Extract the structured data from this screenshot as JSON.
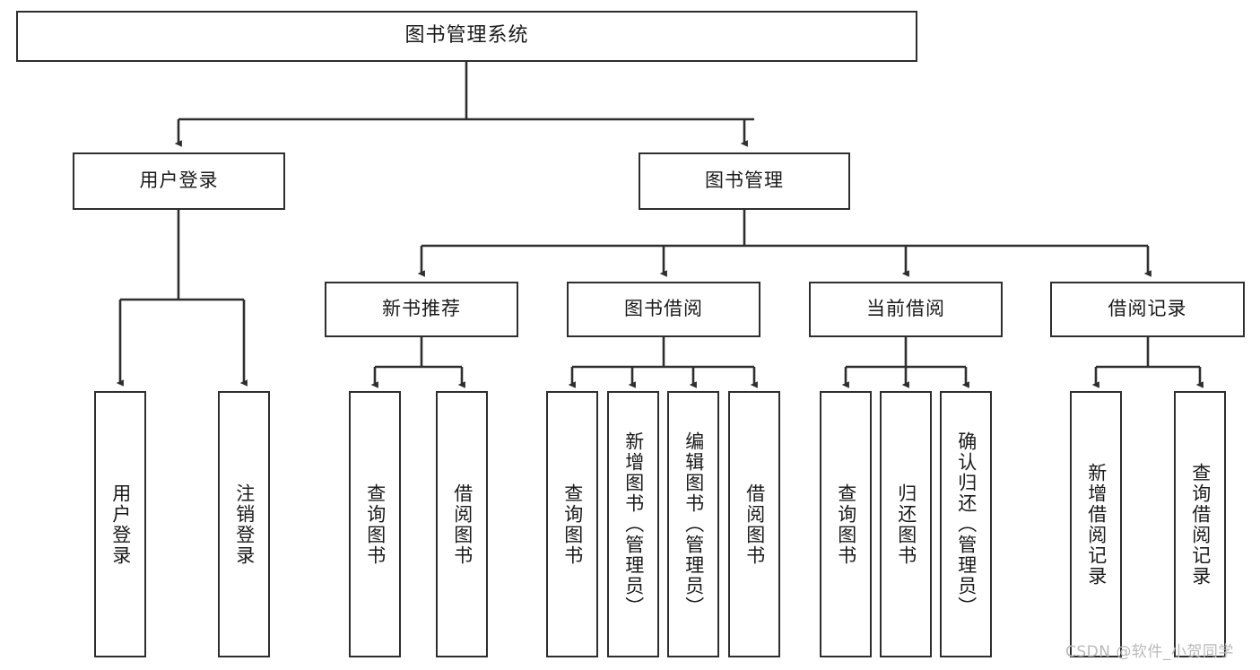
{
  "diagram": {
    "title": "图书管理系统",
    "type": "tree",
    "watermark": "CSDN @软件_小贺同学",
    "colors": {
      "node_border": "#2e2e2e",
      "node_fill": "#ffffff",
      "connector": "#2e2e2e",
      "text": "#1a1a1a",
      "watermark": "#b9b9b9",
      "background": "#ffffff"
    },
    "levels": {
      "root": "图书管理系统",
      "level1": [
        "用户登录",
        "图书管理"
      ],
      "level2": [
        "新书推荐",
        "图书借阅",
        "当前借阅",
        "借阅记录"
      ]
    },
    "nodes": {
      "root": {
        "label": "图书管理系统"
      },
      "user_login": {
        "label": "用户登录"
      },
      "book_manage": {
        "label": "图书管理"
      },
      "new_book_rec": {
        "label": "新书推荐"
      },
      "book_borrow": {
        "label": "图书借阅"
      },
      "current_borrow": {
        "label": "当前借阅"
      },
      "borrow_record": {
        "label": "借阅记录"
      },
      "leaf_user_login": {
        "label": "用户登录"
      },
      "leaf_logout": {
        "label": "注销登录"
      },
      "leaf_query_book_1": {
        "label": "查询图书"
      },
      "leaf_borrow_book_1": {
        "label": "借阅图书"
      },
      "leaf_query_book_2": {
        "label": "查询图书"
      },
      "leaf_add_book": {
        "label": "新增图书（管理员）"
      },
      "leaf_edit_book": {
        "label": "编辑图书（管理员）"
      },
      "leaf_borrow_book_2": {
        "label": "借阅图书"
      },
      "leaf_query_book_3": {
        "label": "查询图书"
      },
      "leaf_return_book": {
        "label": "归还图书"
      },
      "leaf_confirm_return": {
        "label": "确认归还（管理员）"
      },
      "leaf_add_record": {
        "label": "新增借阅记录"
      },
      "leaf_query_record": {
        "label": "查询借阅记录"
      }
    },
    "edges": [
      {
        "from": "图书管理系统",
        "to": "用户登录"
      },
      {
        "from": "图书管理系统",
        "to": "图书管理"
      },
      {
        "from": "用户登录",
        "to": "用户登录"
      },
      {
        "from": "用户登录",
        "to": "注销登录"
      },
      {
        "from": "图书管理",
        "to": "新书推荐"
      },
      {
        "from": "图书管理",
        "to": "图书借阅"
      },
      {
        "from": "图书管理",
        "to": "当前借阅"
      },
      {
        "from": "图书管理",
        "to": "借阅记录"
      },
      {
        "from": "新书推荐",
        "to": "查询图书"
      },
      {
        "from": "新书推荐",
        "to": "借阅图书"
      },
      {
        "from": "图书借阅",
        "to": "查询图书"
      },
      {
        "from": "图书借阅",
        "to": "新增图书（管理员）"
      },
      {
        "from": "图书借阅",
        "to": "编辑图书（管理员）"
      },
      {
        "from": "图书借阅",
        "to": "借阅图书"
      },
      {
        "from": "当前借阅",
        "to": "查询图书"
      },
      {
        "from": "当前借阅",
        "to": "归还图书"
      },
      {
        "from": "当前借阅",
        "to": "确认归还（管理员）"
      },
      {
        "from": "借阅记录",
        "to": "新增借阅记录"
      },
      {
        "from": "借阅记录",
        "to": "查询借阅记录"
      }
    ]
  }
}
